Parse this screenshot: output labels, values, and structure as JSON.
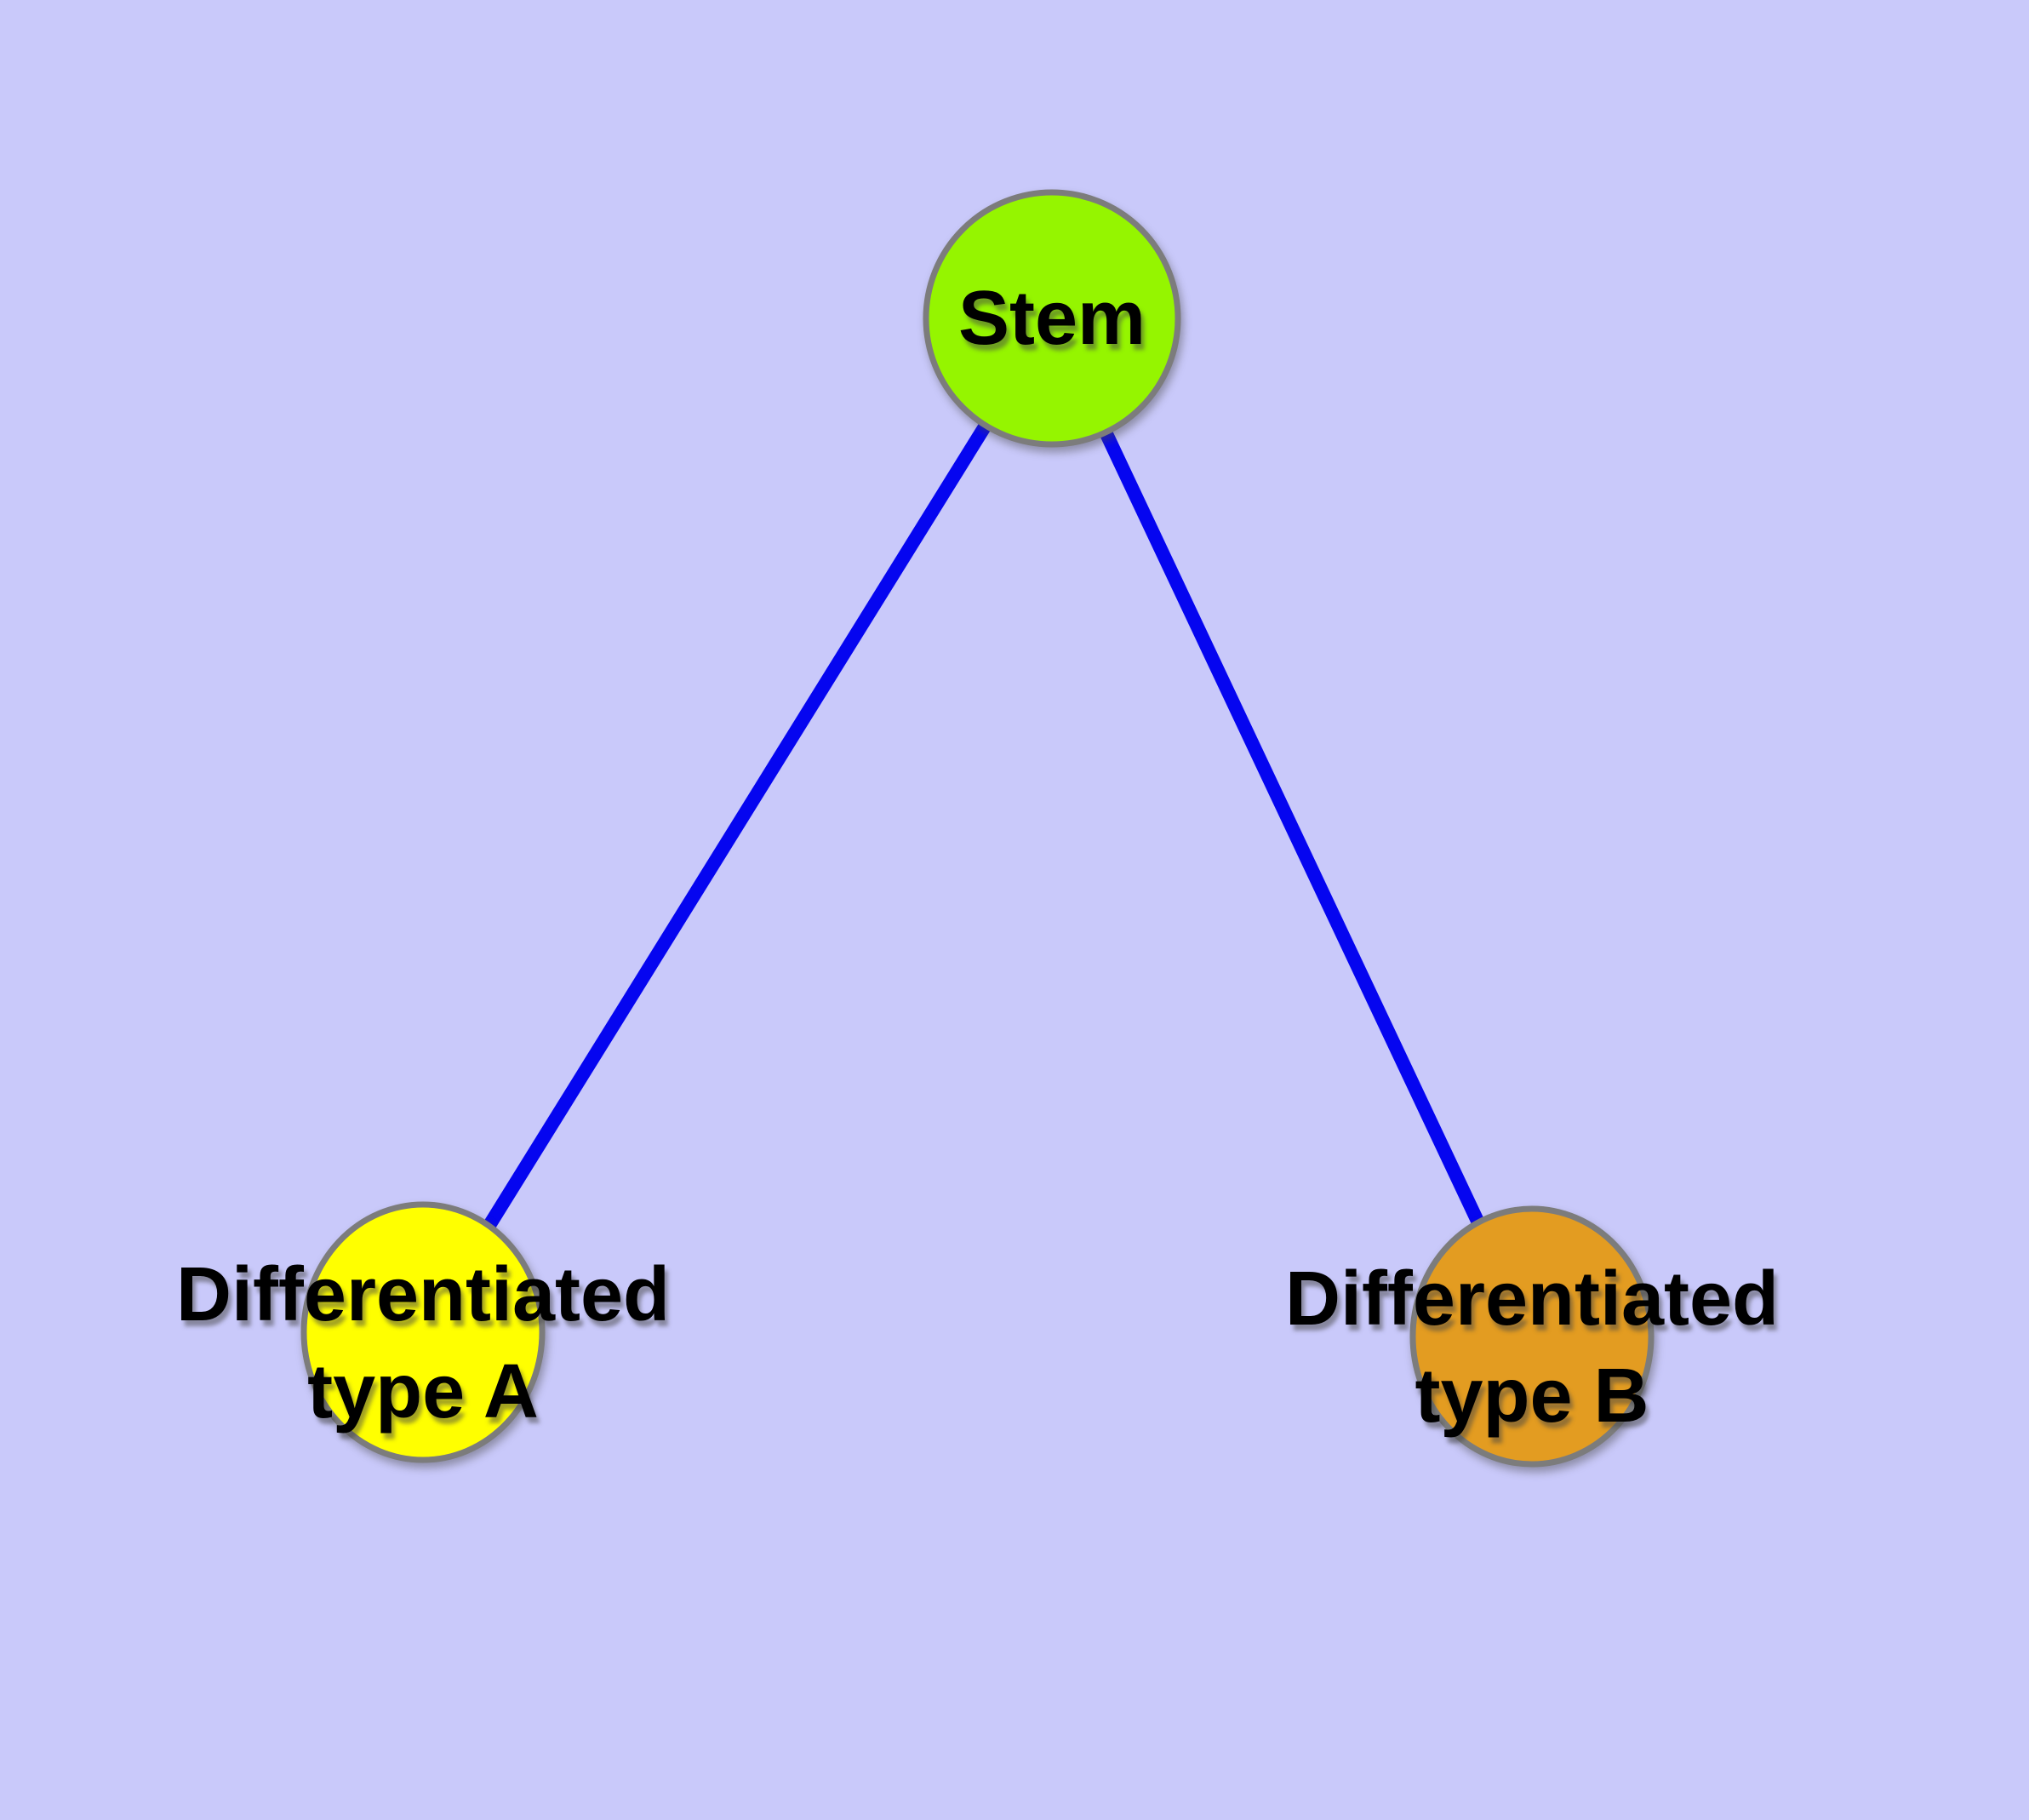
{
  "diagram": {
    "type": "graph",
    "background_color": "#C9C9FA",
    "edge_color": "#0505F0",
    "node_border_color": "#7C7C7C",
    "label_color": "#000000",
    "nodes": [
      {
        "id": "stem",
        "label": "Stem",
        "label_lines": [
          "Stem"
        ],
        "fill": "#95F500"
      },
      {
        "id": "type-a",
        "label": "Differentiated type A",
        "label_lines": [
          "Differentiated",
          "type A"
        ],
        "fill": "#FFFF00"
      },
      {
        "id": "type-b",
        "label": "Differentiated type B",
        "label_lines": [
          "Differentiated",
          "type B"
        ],
        "fill": "#E39C21"
      }
    ],
    "edges": [
      {
        "from": "stem",
        "to": "type-a"
      },
      {
        "from": "stem",
        "to": "type-b"
      }
    ]
  }
}
